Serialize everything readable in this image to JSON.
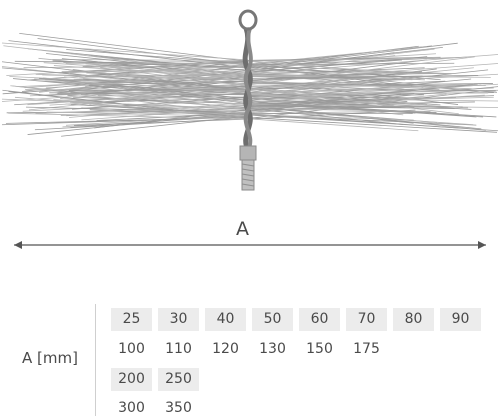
{
  "dimension_label": "A",
  "table": {
    "row_label": "A [mm]",
    "rows": [
      [
        "25",
        "30",
        "40",
        "50",
        "60",
        "70",
        "80",
        "90"
      ],
      [
        "100",
        "110",
        "120",
        "130",
        "150",
        "175"
      ],
      [
        "200",
        "250"
      ],
      [
        "300",
        "350"
      ]
    ]
  },
  "colors": {
    "text": "#4a4a4a",
    "cell_shade": "#ececec",
    "bristles": "#9c9c9c",
    "wire": "#7a7a7a",
    "thread": "#a8a8a8"
  }
}
